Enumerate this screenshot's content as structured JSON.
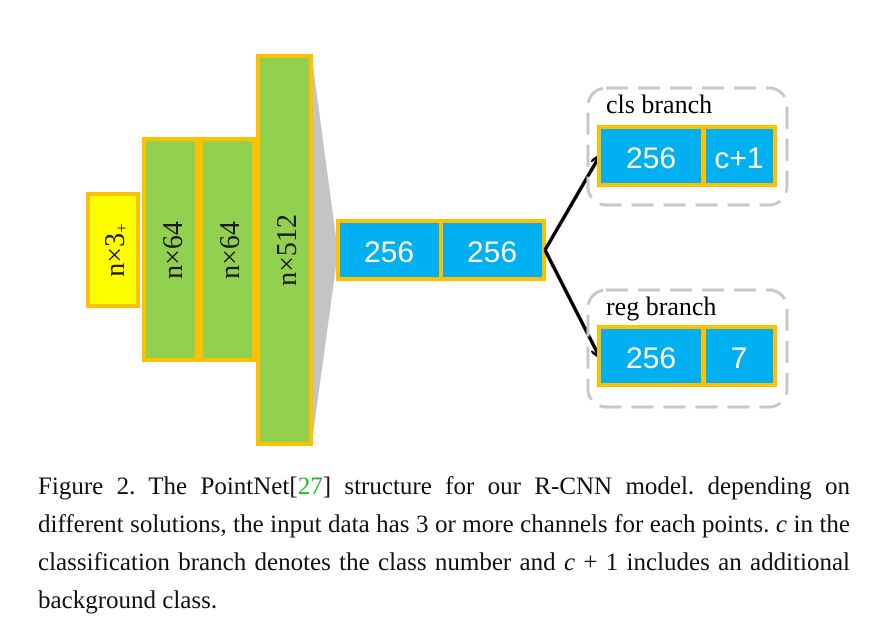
{
  "colors": {
    "input_fill": "#ffff00",
    "layer_fill": "#92d050",
    "fc_fill": "#00b0f0",
    "border": "#ffc000",
    "funnel": "#c4c4c4",
    "branch_outline": "#c8c8c8",
    "caption_ref": "#22bb22"
  },
  "layers": {
    "input": {
      "main": "n×3",
      "sub": "+"
    },
    "conv1": "n×64",
    "conv2": "n×64",
    "conv3": "n×512"
  },
  "shared_fc": [
    "256",
    "256"
  ],
  "cls_branch": {
    "label": "cls branch",
    "cells": [
      "256",
      "c+1"
    ]
  },
  "reg_branch": {
    "label": "reg branch",
    "cells": [
      "256",
      "7"
    ]
  },
  "caption": {
    "lead": "Figure 2.   The PointNet[",
    "ref": "27",
    "after_ref": "] structure for our R-CNN model. depending on different solutions, the input data has 3 or more channels for each points. ",
    "var1": "c",
    "mid": " in the classification branch denotes the class number and ",
    "var2": "c",
    "plus_one": " + 1",
    "tail": " includes an additional background class."
  }
}
